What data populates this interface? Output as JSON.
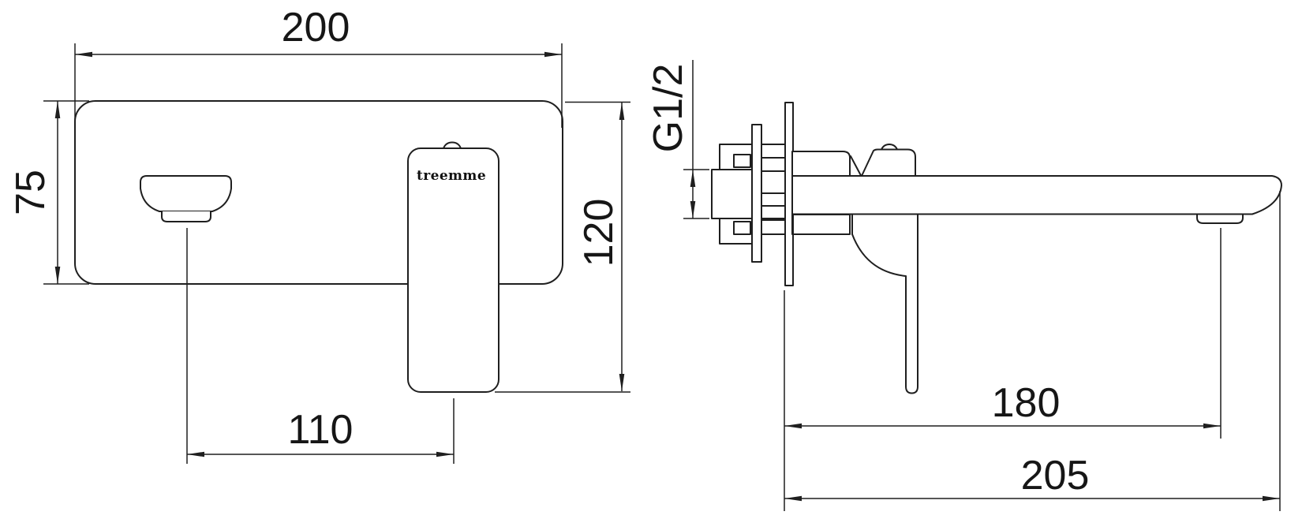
{
  "drawing": {
    "type": "technical-dimension-drawing",
    "subject": "wall-mounted basin mixer",
    "background_color": "#ffffff",
    "line_color": "#1f1f1f"
  },
  "front_view": {
    "logo": "treemme",
    "dimensions": {
      "plate_width": "200",
      "plate_height": "75",
      "overall_height": "120",
      "spout_to_handle_offset": "110"
    }
  },
  "side_view": {
    "dimensions": {
      "inlet_thread": "G1/2",
      "reach_to_aerator": "180",
      "overall_reach": "205"
    }
  }
}
